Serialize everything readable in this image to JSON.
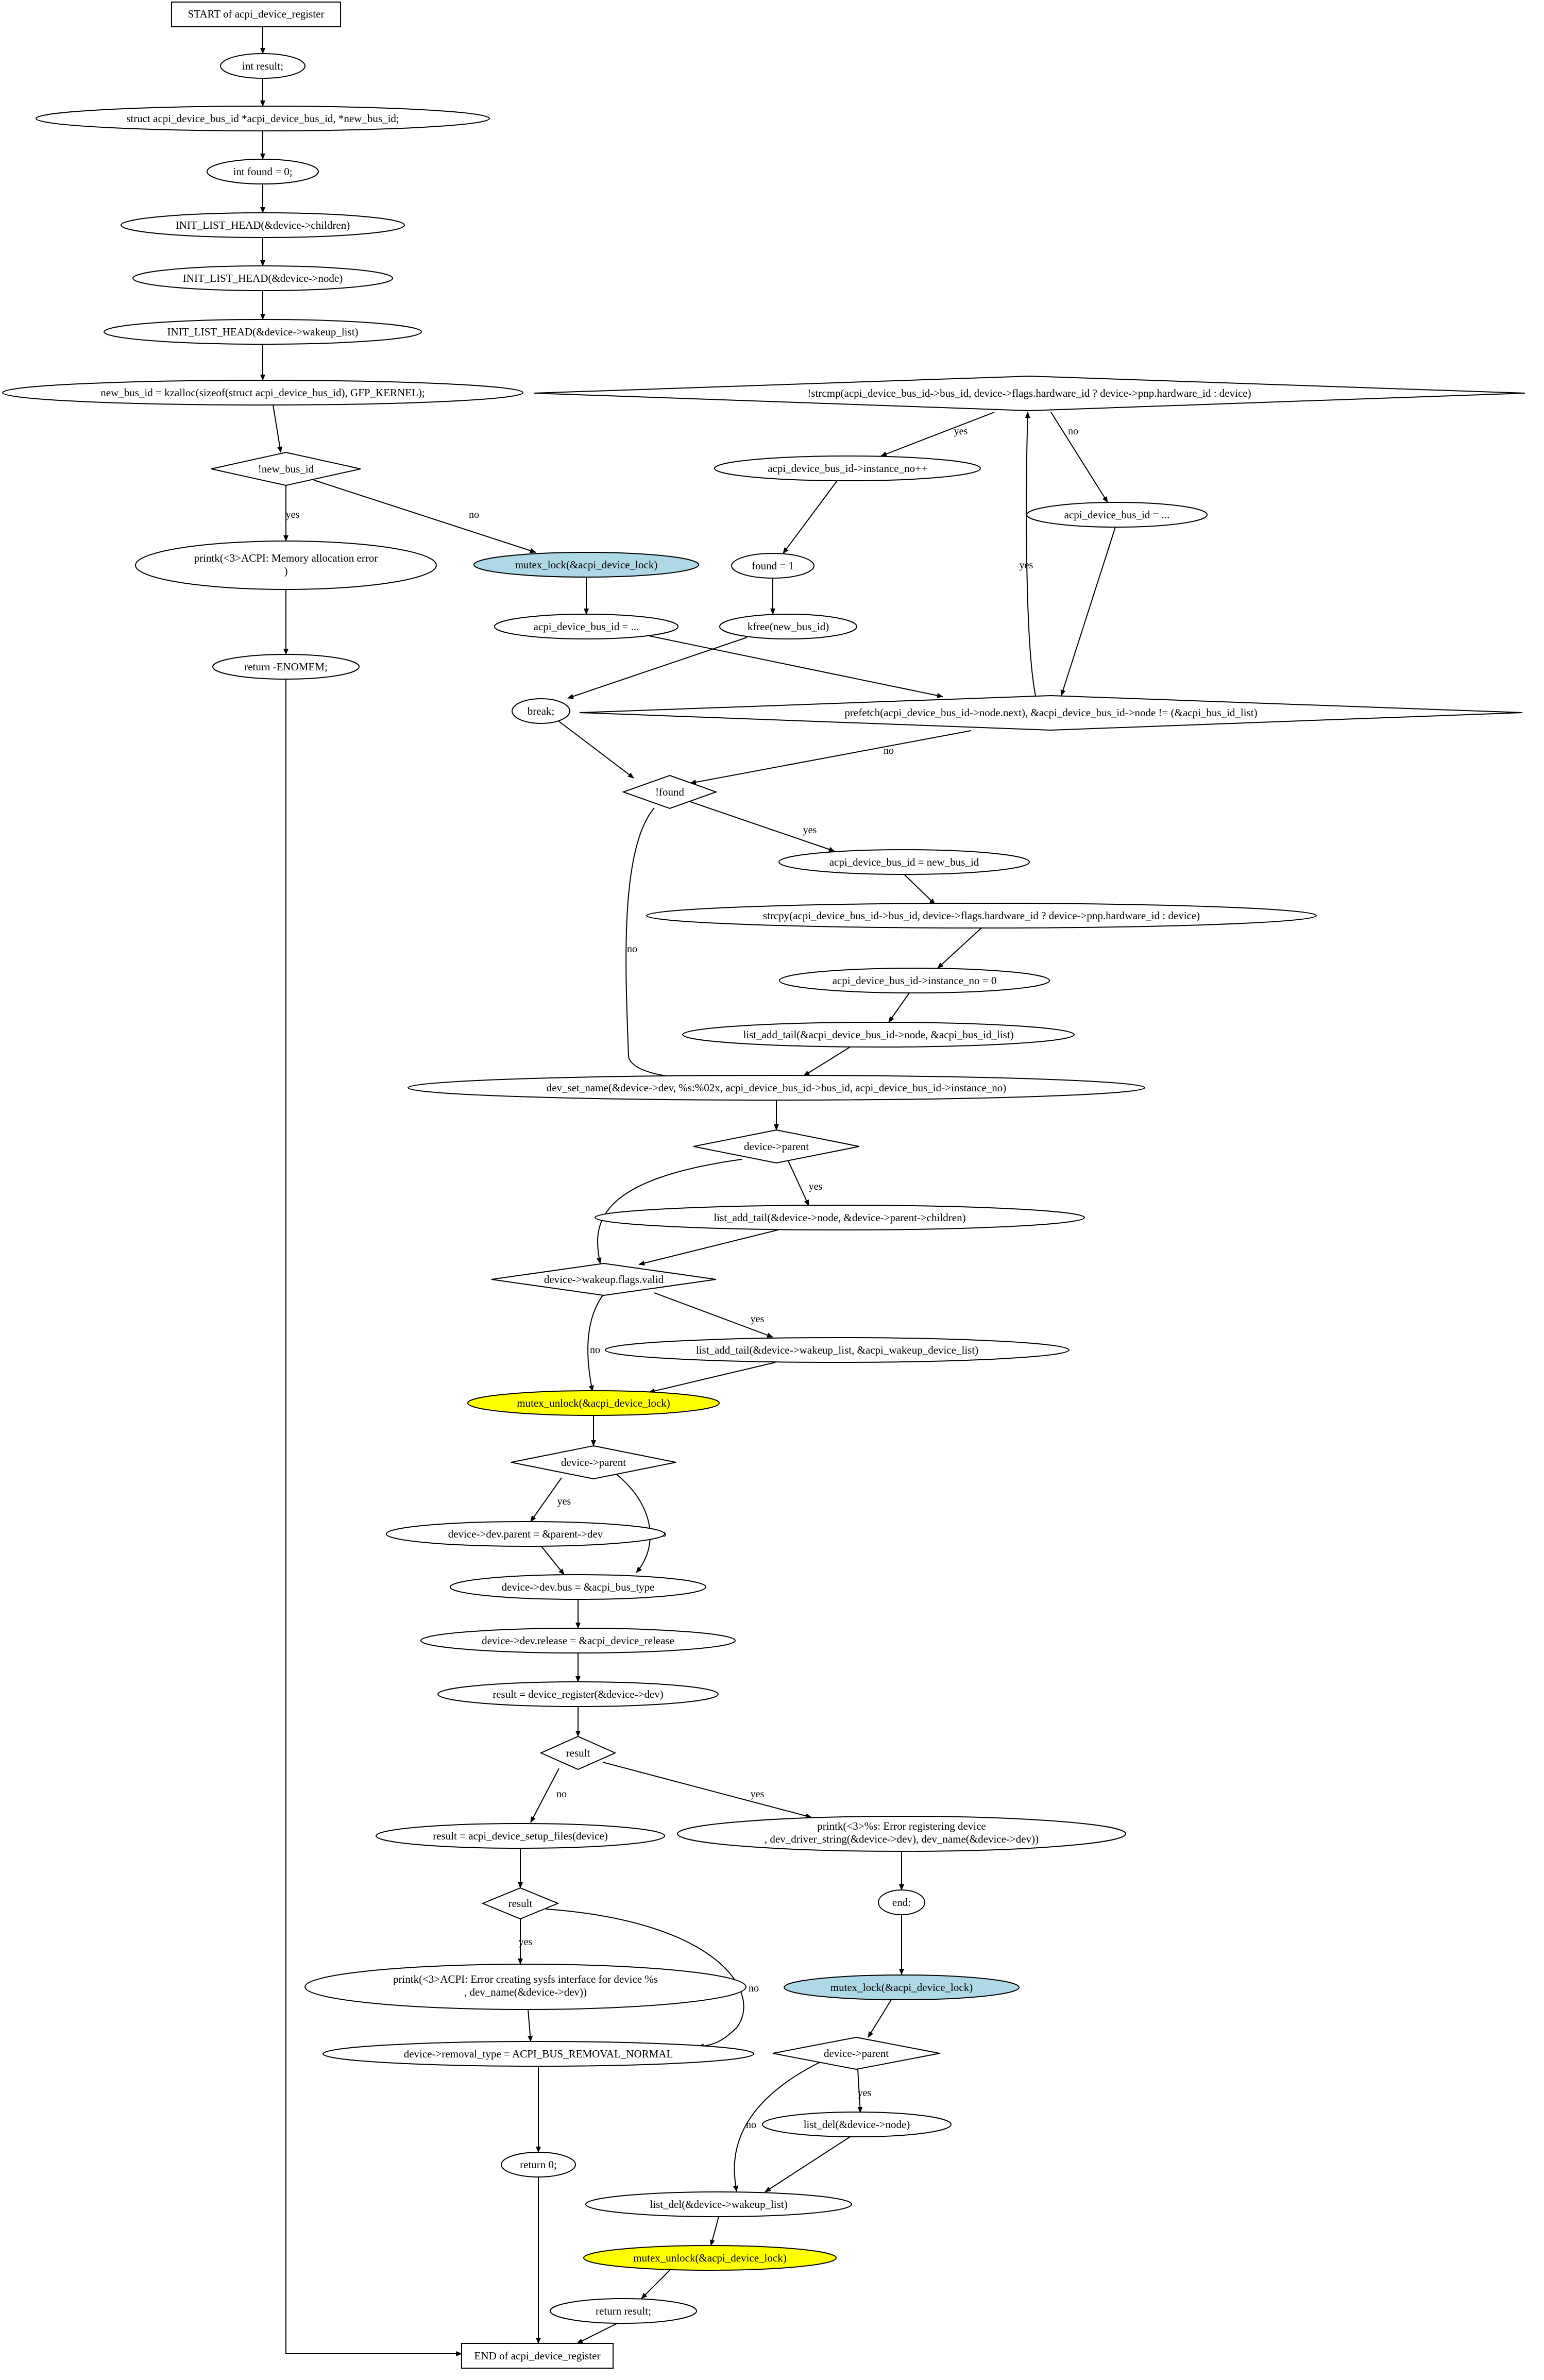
{
  "diagram": {
    "colors": {
      "default_fill": "#ffffff",
      "lock_fill": "#add8e6",
      "unlock_fill": "#ffff00",
      "stroke": "#000000"
    },
    "nodes": [
      {
        "id": "start",
        "label": "START of acpi_device_register"
      },
      {
        "id": "n1",
        "label": "int result;"
      },
      {
        "id": "n2",
        "label": "struct acpi_device_bus_id *acpi_device_bus_id, *new_bus_id;"
      },
      {
        "id": "n3",
        "label": "int found = 0;"
      },
      {
        "id": "n4",
        "label": "INIT_LIST_HEAD(&device->children)"
      },
      {
        "id": "n5",
        "label": "INIT_LIST_HEAD(&device->node)"
      },
      {
        "id": "n6",
        "label": "INIT_LIST_HEAD(&device->wakeup_list)"
      },
      {
        "id": "n7",
        "label": "new_bus_id = kzalloc(sizeof(struct acpi_device_bus_id), GFP_KERNEL);"
      },
      {
        "id": "d1",
        "label": "!new_bus_id"
      },
      {
        "id": "n8",
        "label": "printk(<3>ACPI: Memory allocation error"
      },
      {
        "id": "n8b",
        "label": ")"
      },
      {
        "id": "n9",
        "label": "return -ENOMEM;"
      },
      {
        "id": "lock1",
        "label": "mutex_lock(&acpi_device_lock)"
      },
      {
        "id": "n10",
        "label": "acpi_device_bus_id = ..."
      },
      {
        "id": "d2",
        "label": "!strcmp(acpi_device_bus_id->bus_id, device->flags.hardware_id ? device->pnp.hardware_id : device)"
      },
      {
        "id": "n11",
        "label": "acpi_device_bus_id->instance_no++"
      },
      {
        "id": "n12",
        "label": "acpi_device_bus_id = ..."
      },
      {
        "id": "n13",
        "label": "found = 1"
      },
      {
        "id": "n14",
        "label": "kfree(new_bus_id)"
      },
      {
        "id": "n15",
        "label": "break;"
      },
      {
        "id": "d3",
        "label": "prefetch(acpi_device_bus_id->node.next), &acpi_device_bus_id->node != (&acpi_bus_id_list)"
      },
      {
        "id": "d4",
        "label": "!found"
      },
      {
        "id": "n16",
        "label": "acpi_device_bus_id = new_bus_id"
      },
      {
        "id": "n17",
        "label": "strcpy(acpi_device_bus_id->bus_id, device->flags.hardware_id ? device->pnp.hardware_id : device)"
      },
      {
        "id": "n18",
        "label": "acpi_device_bus_id->instance_no = 0"
      },
      {
        "id": "n19",
        "label": "list_add_tail(&acpi_device_bus_id->node, &acpi_bus_id_list)"
      },
      {
        "id": "n20",
        "label": "dev_set_name(&device->dev, %s:%02x, acpi_device_bus_id->bus_id, acpi_device_bus_id->instance_no)"
      },
      {
        "id": "d5",
        "label": "device->parent"
      },
      {
        "id": "n21",
        "label": "list_add_tail(&device->node, &device->parent->children)"
      },
      {
        "id": "d6",
        "label": "device->wakeup.flags.valid"
      },
      {
        "id": "n22",
        "label": "list_add_tail(&device->wakeup_list, &acpi_wakeup_device_list)"
      },
      {
        "id": "unlock1",
        "label": "mutex_unlock(&acpi_device_lock)"
      },
      {
        "id": "d7",
        "label": "device->parent"
      },
      {
        "id": "n23",
        "label": "device->dev.parent = &parent->dev"
      },
      {
        "id": "n24",
        "label": "device->dev.bus = &acpi_bus_type"
      },
      {
        "id": "n25",
        "label": "device->dev.release = &acpi_device_release"
      },
      {
        "id": "n26",
        "label": "result = device_register(&device->dev)"
      },
      {
        "id": "d8",
        "label": "result"
      },
      {
        "id": "n27",
        "label": "result = acpi_device_setup_files(device)"
      },
      {
        "id": "n28",
        "label": "printk(<3>%s: Error registering device"
      },
      {
        "id": "n28b",
        "label": ", dev_driver_string(&device->dev), dev_name(&device->dev))"
      },
      {
        "id": "d9",
        "label": "result"
      },
      {
        "id": "n29",
        "label": "end:"
      },
      {
        "id": "n30",
        "label": "printk(<3>ACPI: Error creating sysfs interface for device %s"
      },
      {
        "id": "n30b",
        "label": ", dev_name(&device->dev))"
      },
      {
        "id": "lock2",
        "label": "mutex_lock(&acpi_device_lock)"
      },
      {
        "id": "n31",
        "label": "device->removal_type = ACPI_BUS_REMOVAL_NORMAL"
      },
      {
        "id": "d10",
        "label": "device->parent"
      },
      {
        "id": "n32",
        "label": "list_del(&device->node)"
      },
      {
        "id": "n33",
        "label": "return 0;"
      },
      {
        "id": "n34",
        "label": "list_del(&device->wakeup_list)"
      },
      {
        "id": "unlock2",
        "label": "mutex_unlock(&acpi_device_lock)"
      },
      {
        "id": "n35",
        "label": "return result;"
      },
      {
        "id": "end",
        "label": "END of acpi_device_register"
      }
    ],
    "edge_labels": {
      "yes": "yes",
      "no": "no"
    }
  }
}
